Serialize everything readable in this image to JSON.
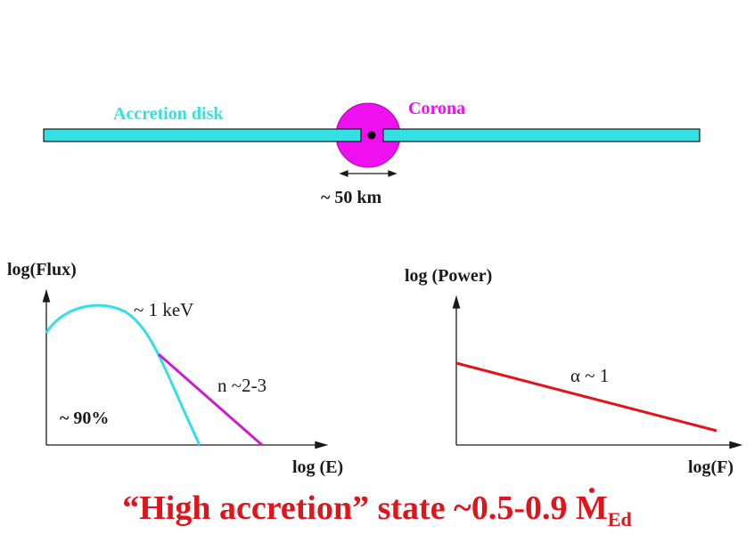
{
  "geometry": {
    "disk_label": "Accretion disk",
    "corona_label": "Corona",
    "size_label": "~ 50 km",
    "colors": {
      "disk": "#33e0e4",
      "corona": "#ee10ee",
      "dot": "#000000"
    }
  },
  "spectrum_panel": {
    "y_label": "log(Flux)",
    "x_label": "log (E)",
    "peak_label": "~ 1 keV",
    "index_label": "n ~2-3",
    "fraction_label": "~ 90%",
    "colors": {
      "thermal": "#33e0e4",
      "powerlaw": "#cc1ccc"
    }
  },
  "power_panel": {
    "y_label": "log (Power)",
    "x_label": "log(F)",
    "slope_label": "α ~ 1",
    "colors": {
      "line": "#e0151b"
    }
  },
  "footer": {
    "prefix": "“High accretion” state ~0.5-0.9 ",
    "m_symbol": "M",
    "subscript": "Ed",
    "color": "#e0151b"
  }
}
